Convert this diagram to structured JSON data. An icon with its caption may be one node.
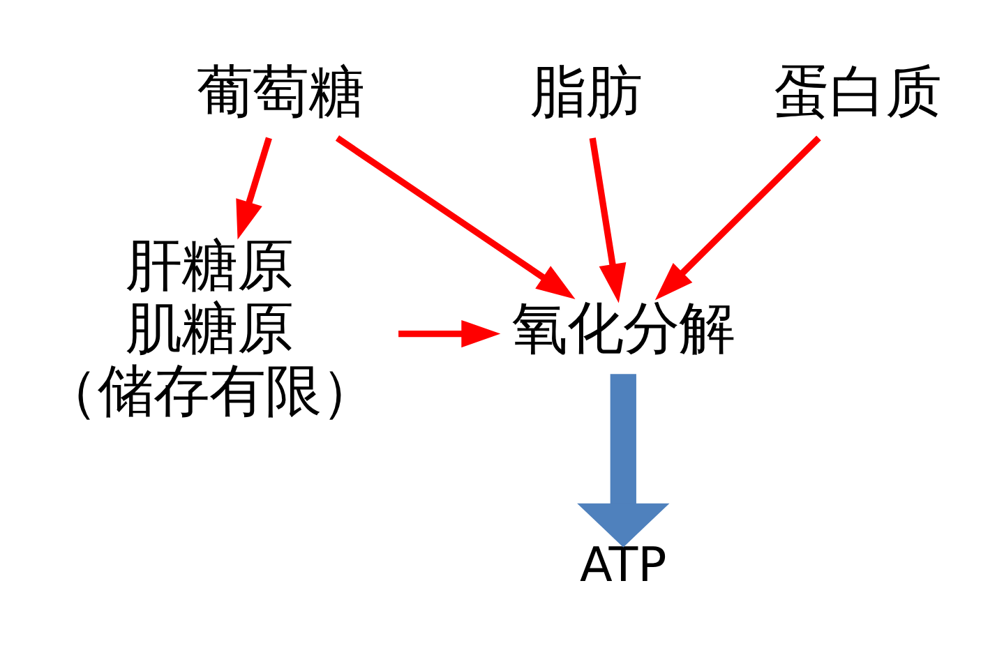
{
  "diagram": {
    "nodes": [
      {
        "text": [
          "葡萄糖"
        ]
      },
      {
        "text": [
          "脂肪"
        ]
      },
      {
        "text": [
          "蛋白质"
        ]
      },
      {
        "text": [
          "氧化分解"
        ]
      },
      {
        "text": [
          "肝糖原",
          "肌糖原",
          "（储存有限）"
        ]
      },
      {
        "text": [
          "ATP"
        ]
      }
    ],
    "edges": [
      {
        "from": 0,
        "to": 3,
        "arrow": "to"
      },
      {
        "from": 0,
        "to": 4,
        "arrow": "to"
      },
      {
        "from": 1,
        "to": 3,
        "arrow": "to"
      },
      {
        "from": 2,
        "to": 3,
        "arrow": "to"
      },
      {
        "from": 4,
        "to": 3,
        "arrow": "to"
      },
      {
        "from": 3,
        "to": 5,
        "arrow": "to",
        "style": "thick",
        "color": "#4f81bd"
      }
    ]
  }
}
